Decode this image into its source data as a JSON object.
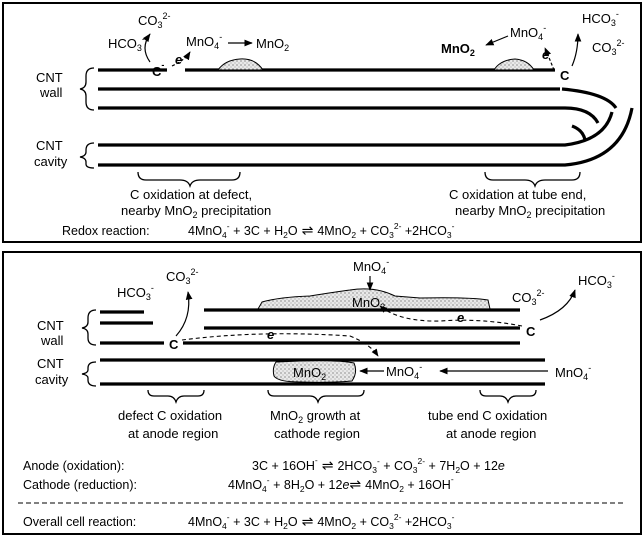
{
  "top_panel": {
    "co3_left": "CO",
    "co3_left_sub": "3",
    "co3_left_sup": "2-",
    "hco3_left": "HCO",
    "hco3_left_sub": "3",
    "hco3_left_sup": "-",
    "mno4_left": "MnO",
    "mno4_left_sub": "4",
    "mno4_left_sup": "-",
    "mno2_left": "MnO",
    "mno2_left_sub": "2",
    "c_defect": "C",
    "c_defect_sup": "-",
    "e_left": "e",
    "mno2_right": "MnO",
    "mno2_right_sub": "2",
    "mno4_right": "MnO",
    "mno4_right_sub": "4",
    "mno4_right_sup": "-",
    "e_right": "e",
    "c_end": "C",
    "hco3_right": "HCO",
    "hco3_right_sub": "3",
    "hco3_right_sup": "-",
    "co3_right": "CO",
    "co3_right_sub": "3",
    "co3_right_sup": "2-",
    "cnt_wall_1": "CNT",
    "cnt_wall_2": "wall",
    "cnt_cavity_1": "CNT",
    "cnt_cavity_2": "cavity",
    "caption_left_1": "C oxidation at defect,",
    "caption_left_2a": "nearby MnO",
    "caption_left_2b": "2",
    "caption_left_2c": " precipitation",
    "caption_right_1": "C oxidation at tube end,",
    "caption_right_2a": "nearby MnO",
    "caption_right_2b": "2",
    "caption_right_2c": " precipitation",
    "redox_label": "Redox reaction:",
    "redox_eq_left": "4MnO",
    "redox_eq_left_sub": "4",
    "redox_eq_left_sup": "-",
    "redox_eq_mid": " + 3C + H",
    "redox_eq_mid_sub": "2",
    "redox_eq_mid2": "O",
    "redox_eq_arrow": "⇌",
    "redox_eq_r1": "4MnO",
    "redox_eq_r1_sub": "2",
    "redox_eq_r2": " + CO",
    "redox_eq_r2_sub": "3",
    "redox_eq_r2_sup": "2-",
    "redox_eq_r3": " +2HCO",
    "redox_eq_r3_sub": "3",
    "redox_eq_r3_sup": "-"
  },
  "bottom_panel": {
    "mno4_top": "MnO",
    "mno4_top_sub": "4",
    "mno4_top_sup": "-",
    "mno2_top": "MnO",
    "mno2_top_sub": "2",
    "hco3_left": "HCO",
    "hco3_left_sub": "3",
    "hco3_left_sup": "-",
    "co3_left": "CO",
    "co3_left_sub": "3",
    "co3_left_sup": "2-",
    "co3_right": "CO",
    "co3_right_sub": "3",
    "co3_right_sup": "2-",
    "hco3_right": "HCO",
    "hco3_right_sub": "3",
    "hco3_right_sup": "-",
    "c_defect": "C",
    "c_end": "C",
    "e_mid": "e",
    "e_top": "e",
    "mno2_inner": "MnO",
    "mno2_inner_sub": "2",
    "mno4_inner": "MnO",
    "mno4_inner_sub": "4",
    "mno4_inner_sup": "-",
    "mno4_entry": "MnO",
    "mno4_entry_sub": "4",
    "mno4_entry_sup": "-",
    "cnt_wall_1": "CNT",
    "cnt_wall_2": "wall",
    "cnt_cavity_1": "CNT",
    "cnt_cavity_2": "cavity",
    "cap_left_1": "defect C oxidation",
    "cap_left_2": "at anode region",
    "cap_mid_1a": "MnO",
    "cap_mid_1b": "2",
    "cap_mid_1c": " growth at",
    "cap_mid_2": "cathode region",
    "cap_right_1": "tube end C oxidation",
    "cap_right_2": "at anode region",
    "anode_label": "Anode (oxidation):",
    "anode_eq_1": "3C + 16OH",
    "anode_eq_1_sup": "-",
    "anode_eq_arrow": "⇌",
    "anode_eq_2": "2HCO",
    "anode_eq_2_sub": "3",
    "anode_eq_2_sup": "-",
    "anode_eq_3": " + CO",
    "anode_eq_3_sub": "3",
    "anode_eq_3_sup": "2-",
    "anode_eq_4": " + 7H",
    "anode_eq_4_sub": "2",
    "anode_eq_5": "O + 12",
    "anode_eq_e": "e",
    "cathode_label": "Cathode (reduction):",
    "cathode_eq_1": "4MnO",
    "cathode_eq_1_sub": "4",
    "cathode_eq_1_sup": "-",
    "cathode_eq_2": " + 8H",
    "cathode_eq_2_sub": "2",
    "cathode_eq_3": "O + 12",
    "cathode_eq_e": "e",
    "cathode_eq_arrow": "⇌",
    "cathode_eq_4": "4MnO",
    "cathode_eq_4_sub": "2",
    "cathode_eq_5": " + 16OH",
    "cathode_eq_5_sup": "-",
    "overall_label": "Overall cell reaction:",
    "overall_eq_1": "4MnO",
    "overall_eq_1_sub": "4",
    "overall_eq_1_sup": "-",
    "overall_eq_2": " + 3C + H",
    "overall_eq_2_sub": "2",
    "overall_eq_3": "O",
    "overall_eq_arrow": "⇌",
    "overall_eq_4": "4MnO",
    "overall_eq_4_sub": "2",
    "overall_eq_5": " + CO",
    "overall_eq_5_sub": "3",
    "overall_eq_5_sup": "2-",
    "overall_eq_6": " +2HCO",
    "overall_eq_6_sub": "3",
    "overall_eq_6_sup": "-"
  },
  "colors": {
    "ink": "#000000",
    "stipple_bg": "#e6e6e6",
    "background": "#ffffff"
  }
}
